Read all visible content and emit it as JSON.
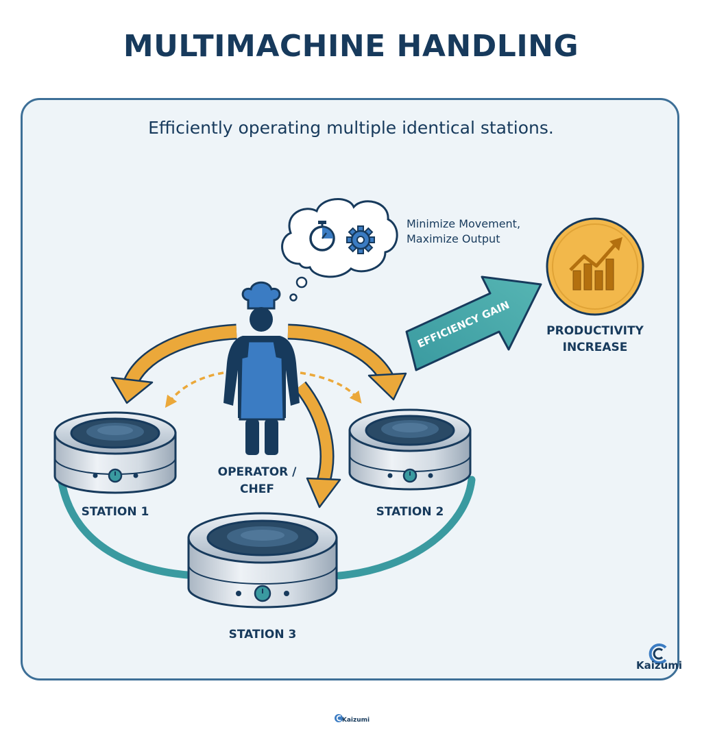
{
  "title": "MULTIMACHINE HANDLING",
  "subtitle": "Efficiently operating multiple identical stations.",
  "thought": {
    "line1": "Minimize Movement,",
    "line2": "Maximize Output",
    "icons": [
      "stopwatch-icon",
      "gear-icon"
    ]
  },
  "operator": {
    "line1": "OPERATOR /",
    "line2": "CHEF"
  },
  "stations": [
    {
      "label": "STATION 1"
    },
    {
      "label": "STATION 2"
    },
    {
      "label": "STATION 3"
    }
  ],
  "efficiency_arrow": "EFFICIENCY GAIN",
  "productivity": {
    "line1": "PRODUCTIVITY",
    "line2": "INCREASE",
    "icon": "growth-chart-icon"
  },
  "brand": "Kaizumi",
  "colors": {
    "navy": "#173a5c",
    "teal": "#3a9aa0",
    "orange": "#eba83a",
    "blue": "#3b7cc3",
    "gold": "#f2b84b"
  }
}
